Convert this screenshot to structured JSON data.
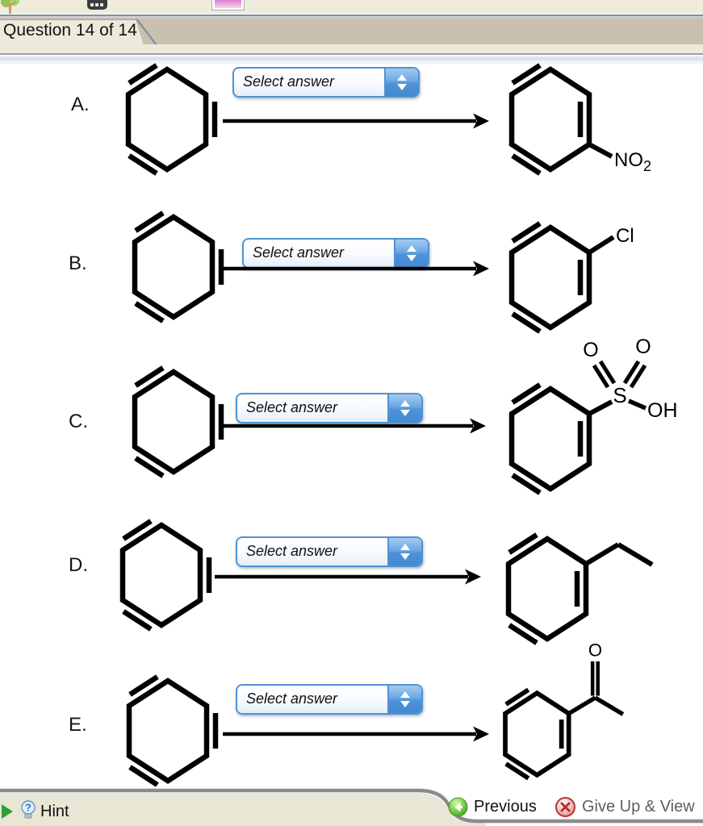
{
  "header": {
    "tab_label": "Question 14 of 14"
  },
  "toolbar_icons": [
    "tree-icon",
    "grid-dots-icon",
    "image-thumbnail-icon"
  ],
  "rows": [
    {
      "label": "A.",
      "select_label": "Select answer",
      "product_label_main": "NO",
      "product_label_sub": "2"
    },
    {
      "label": "B.",
      "select_label": "Select answer",
      "product_label": "Cl"
    },
    {
      "label": "C.",
      "select_label": "Select answer",
      "atom_s": "S",
      "atom_o_left": "O",
      "atom_o_right": "O",
      "atom_oh": "OH"
    },
    {
      "label": "D.",
      "select_label": "Select answer"
    },
    {
      "label": "E.",
      "select_label": "Select answer",
      "atom_o": "O"
    }
  ],
  "footer": {
    "hint_label": "Hint",
    "previous_label": "Previous",
    "give_up_label": "Give Up & View"
  },
  "colors": {
    "dropdown_border": "#4f93d5",
    "dropdown_stepper": "#5b9bd9",
    "tab_bg": "#edeadb",
    "tab_bar_bg": "#c9c0b0",
    "footer_bar_bg": "#e9e6d6",
    "previous_icon_green": "#47b122",
    "give_up_icon_red": "#c03030"
  }
}
